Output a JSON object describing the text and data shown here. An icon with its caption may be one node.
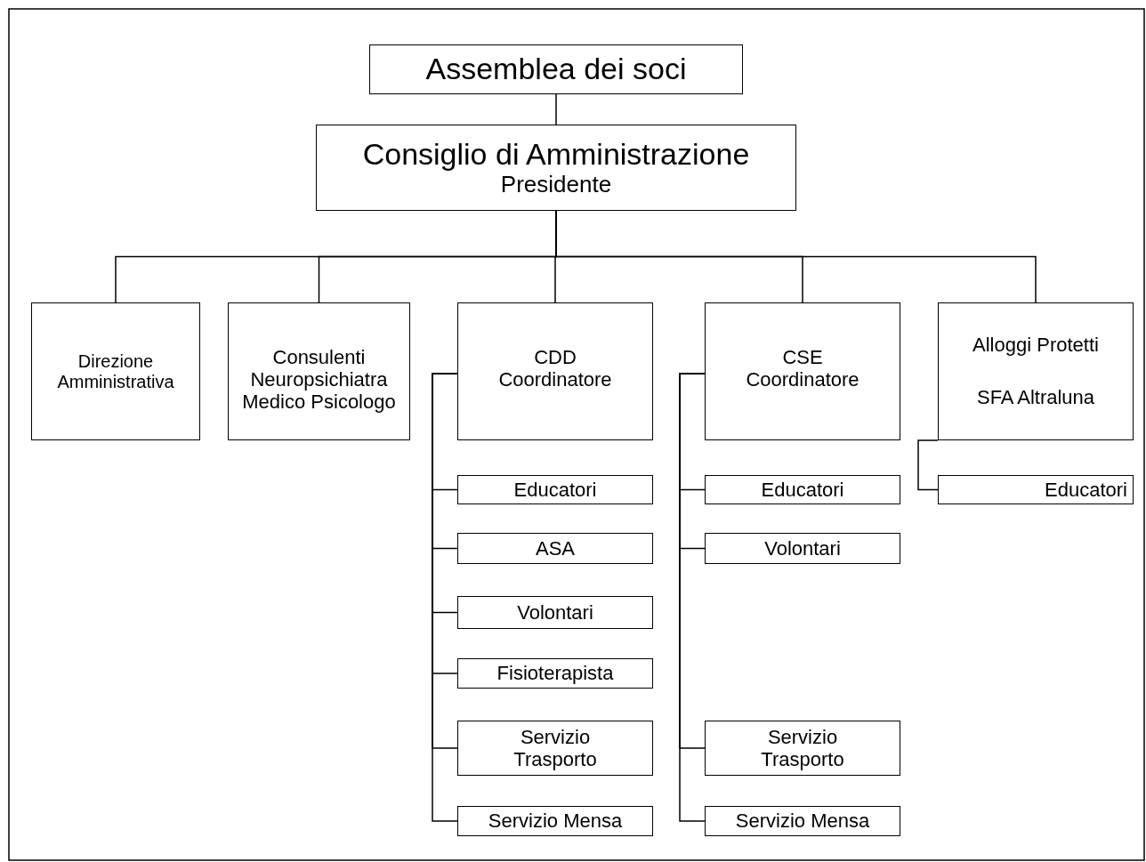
{
  "diagram": {
    "nodes": [
      {
        "text": [
          "Assemblea dei soci"
        ]
      },
      {
        "text": [
          "Consiglio di Amministrazione",
          "Presidente"
        ]
      },
      {
        "text": [
          "Direzione Amministrativa"
        ]
      },
      {
        "text": [
          "Consulenti Neuropsichiatra Medico Psicologo"
        ]
      },
      {
        "text": [
          "CDD Coordinatore"
        ]
      },
      {
        "text": [
          "CSE Coordinatore"
        ]
      },
      {
        "text": [
          "Alloggi Protetti",
          "SFA Altraluna"
        ]
      },
      {
        "text": [
          "Educatori"
        ]
      },
      {
        "text": [
          "ASA"
        ]
      },
      {
        "text": [
          "Volontari"
        ]
      },
      {
        "text": [
          "Fisioterapista"
        ]
      },
      {
        "text": [
          "Servizio Trasporto"
        ]
      },
      {
        "text": [
          "Servizio Mensa"
        ]
      },
      {
        "text": [
          "Educatori"
        ]
      },
      {
        "text": [
          "Volontari"
        ]
      },
      {
        "text": [
          "Servizio Trasporto"
        ]
      },
      {
        "text": [
          "Servizio Mensa"
        ]
      },
      {
        "text": [
          "Educatori"
        ]
      }
    ],
    "edges": [
      {
        "from": 0,
        "to": 1,
        "arrow": "none"
      },
      {
        "from": 1,
        "to": 2,
        "arrow": "none"
      },
      {
        "from": 1,
        "to": 3,
        "arrow": "none"
      },
      {
        "from": 1,
        "to": 4,
        "arrow": "none"
      },
      {
        "from": 1,
        "to": 5,
        "arrow": "none"
      },
      {
        "from": 1,
        "to": 6,
        "arrow": "none"
      },
      {
        "from": 4,
        "to": 7,
        "arrow": "none"
      },
      {
        "from": 4,
        "to": 8,
        "arrow": "none"
      },
      {
        "from": 4,
        "to": 9,
        "arrow": "none"
      },
      {
        "from": 4,
        "to": 10,
        "arrow": "none"
      },
      {
        "from": 4,
        "to": 11,
        "arrow": "none"
      },
      {
        "from": 4,
        "to": 12,
        "arrow": "none"
      },
      {
        "from": 5,
        "to": 13,
        "arrow": "none"
      },
      {
        "from": 5,
        "to": 14,
        "arrow": "none"
      },
      {
        "from": 5,
        "to": 15,
        "arrow": "none"
      },
      {
        "from": 5,
        "to": 16,
        "arrow": "none"
      },
      {
        "from": 6,
        "to": 17,
        "arrow": "none"
      }
    ]
  }
}
